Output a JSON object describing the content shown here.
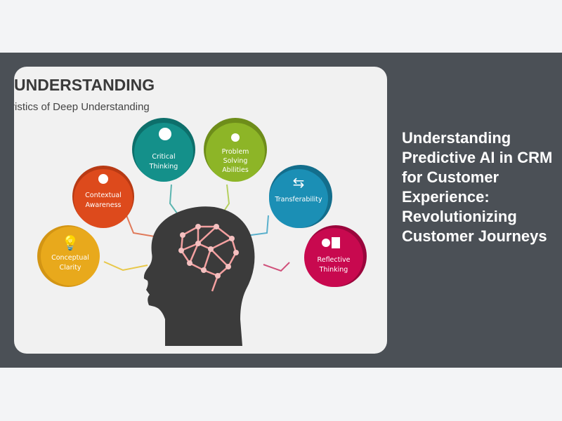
{
  "article": {
    "title": "Understanding Predictive AI in CRM for Customer Experience: Revolutionizing Customer Journeys"
  },
  "image": {
    "heading": "UNDERSTANDING",
    "subheading": "ristics of Deep Understanding",
    "circles": [
      {
        "line1": "Conceptual",
        "line2": "Clarity",
        "color": "#e8a91c"
      },
      {
        "line1": "Contextual",
        "line2": "Awareness",
        "color": "#dd4a1c"
      },
      {
        "line1": "Critical",
        "line2": "Thinking",
        "color": "#14908a"
      },
      {
        "line1": "Problem",
        "line2": "Solving",
        "line3": "Abilities",
        "color": "#8db527"
      },
      {
        "line1": "Transferability",
        "color": "#1b8fb5"
      },
      {
        "line1": "Reflective",
        "line2": "Thinking",
        "color": "#c8094f"
      }
    ]
  }
}
